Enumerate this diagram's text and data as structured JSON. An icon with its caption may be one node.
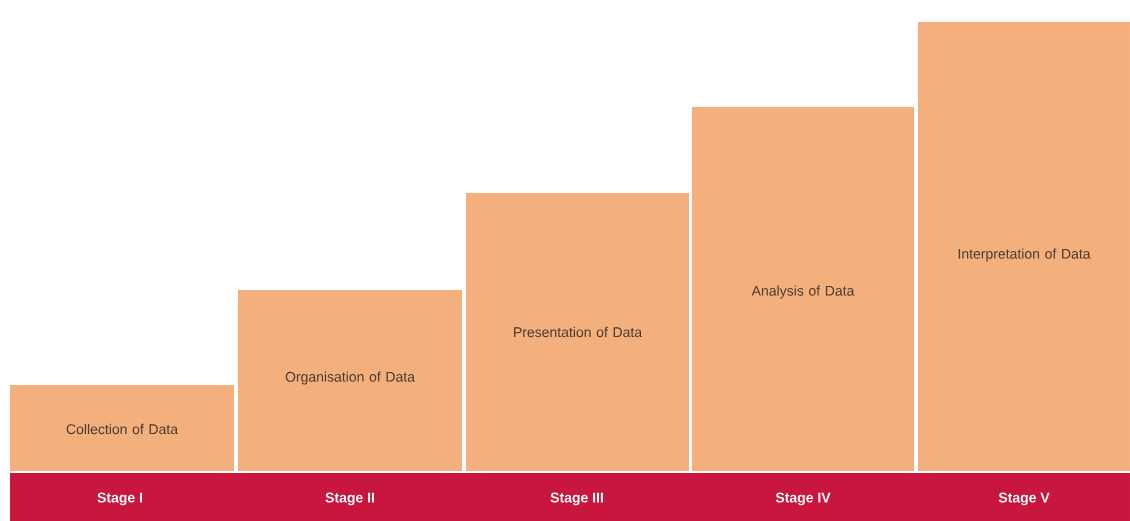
{
  "diagram": {
    "nodes": [
      {
        "text": [
          "Collection of Data"
        ]
      },
      {
        "text": [
          "Organisation of Data"
        ]
      },
      {
        "text": [
          "Presentation of Data"
        ]
      },
      {
        "text": [
          "Analysis of Data"
        ]
      },
      {
        "text": [
          "Interpretation of Data"
        ]
      }
    ],
    "labels": [
      "Stage I",
      "Stage II",
      "Stage III",
      "Stage IV",
      "Stage V"
    ]
  }
}
